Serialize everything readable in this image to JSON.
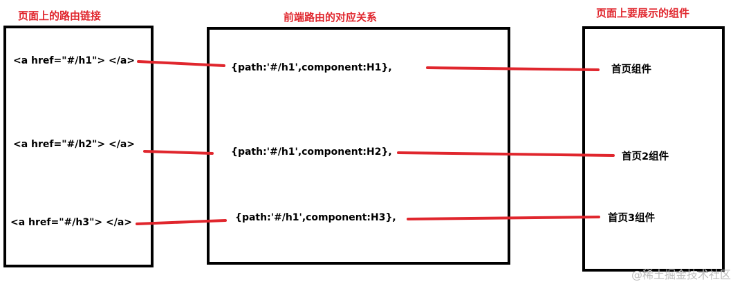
{
  "titles": {
    "left": "页面上的路由链接",
    "middle": "前端路由的对应关系",
    "right": "页面上要展示的组件"
  },
  "links": [
    "<a href=\"#/h1\"> </a>",
    "<a href=\"#/h2\"> </a>",
    "<a href=\"#/h3\"> </a>"
  ],
  "routes": [
    "{path:'#/h1',component:H1},",
    "{path:'#/h1',component:H2},",
    "{path:'#/h1',component:H3},"
  ],
  "components": [
    "首页组件",
    "首页2组件",
    "首页3组件"
  ],
  "watermark": "@稀土掘金技术社区",
  "colors": {
    "accent": "#e0262d",
    "border": "#000000"
  }
}
